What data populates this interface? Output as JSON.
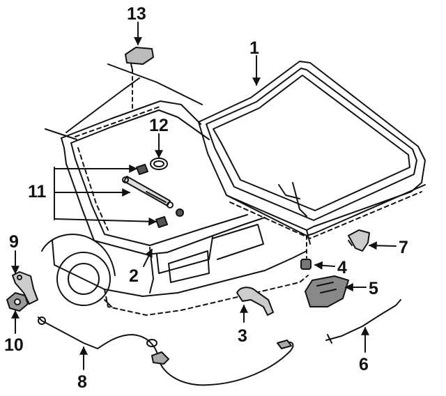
{
  "callouts": [
    "1",
    "2",
    "3",
    "4",
    "5",
    "6",
    "7",
    "8",
    "9",
    "10",
    "11",
    "12",
    "13"
  ],
  "colors": {
    "ink": "#111111",
    "background": "#ffffff",
    "part_fill": "#bdbdbd"
  },
  "icons": [
    "trunk-lid",
    "trunk-opening",
    "lid-seal",
    "support-strut",
    "hinge",
    "latch",
    "striker",
    "release-cable",
    "lock-cylinder",
    "bumper-stop"
  ]
}
